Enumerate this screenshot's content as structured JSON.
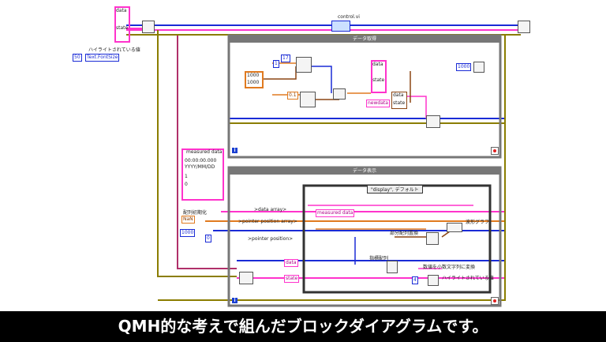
{
  "diagram": {
    "title_vi": "control.vi",
    "loop1_title": "データ取得",
    "loop2_title": "データ表示",
    "case_selector": "\"display\", デフォルト",
    "highlight_label": "ハイライトされている値",
    "fontsize_prop": "Text.FontSize",
    "num_50": "50",
    "measured_data_label": "measured data",
    "timestamp_text": "00:00:00.000",
    "date_text": "YYYY/MM/DD",
    "cluster_1": "1",
    "cluster_0": "0",
    "array_init_label": "配列初期化",
    "nan_text": "NaN",
    "num_1000": "1000",
    "num_0": "0",
    "data_array": ">data array>",
    "pointer_position_array": ">pointer position array>",
    "pointer_position": ">pointer position>",
    "data_label": "data",
    "state_label": "state",
    "newdata_label": "newdata",
    "const_17": "17",
    "const_1": "1",
    "const_01": "0.1",
    "partial_array_label": "部分配列置換",
    "index_array_label": "指標配列",
    "waveform_graph_label": "波形グラフ",
    "convert_label": "数値を小数文字列に変換",
    "highlight_label2": "ハイライトされている値",
    "measured_data_inner": "measured data",
    "num_4": "4"
  },
  "caption": "QMH的な考えで組んだブロックダイアグラムです。",
  "colors": {
    "string": "#ff33cc",
    "numeric_float": "#e07a20",
    "numeric_int": "#1a2bd6",
    "error": "#8b7d00",
    "cluster": "#8b4513",
    "frame": "#777777"
  }
}
